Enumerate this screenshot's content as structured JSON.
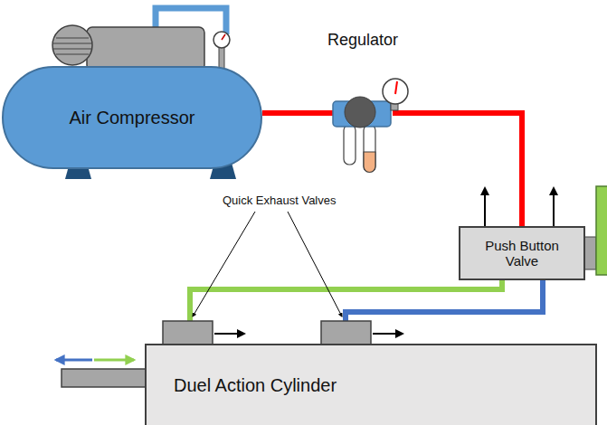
{
  "diagram": {
    "nodes": [
      {
        "text": [
          "Air Compressor"
        ]
      },
      {
        "text": [
          "Regulator"
        ]
      },
      {
        "text": [
          "Push Button Valve"
        ]
      },
      {
        "text": [
          "Duel Action Cylinder"
        ]
      }
    ],
    "edges": [
      {
        "from": 0,
        "to": 1,
        "arrow": "none"
      },
      {
        "from": 1,
        "to": 2,
        "arrow": "none"
      },
      {
        "from": 2,
        "to": 3,
        "arrow": "none"
      },
      {
        "from": 2,
        "to": 3,
        "arrow": "none"
      }
    ],
    "labels": [
      "Quick Exhaust Valves"
    ]
  }
}
